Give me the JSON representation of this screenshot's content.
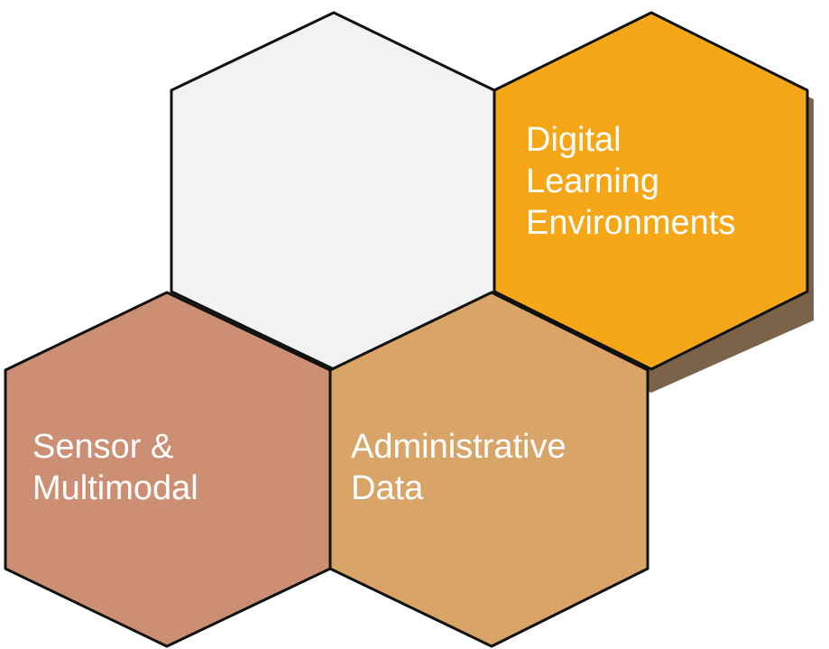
{
  "diagram": {
    "hexagons": [
      {
        "id": "top-left",
        "label_lines": [],
        "fill": "#f2f2f2",
        "text_color": "#ffffff"
      },
      {
        "id": "digital-learning",
        "label_lines": [
          "Digital",
          "Learning",
          "Environments"
        ],
        "fill": "#f6a717",
        "text_color": "#ffffff"
      },
      {
        "id": "sensor-multimodal",
        "label_lines": [
          "Sensor &",
          "Multimodal"
        ],
        "fill": "#cc8f74",
        "text_color": "#ffffff"
      },
      {
        "id": "administrative-data",
        "label_lines": [
          "Administrative",
          "Data"
        ],
        "fill": "#d9a468",
        "text_color": "#ffffff"
      }
    ],
    "stroke_color": "#111111",
    "shadow_color": "#6b5234"
  }
}
